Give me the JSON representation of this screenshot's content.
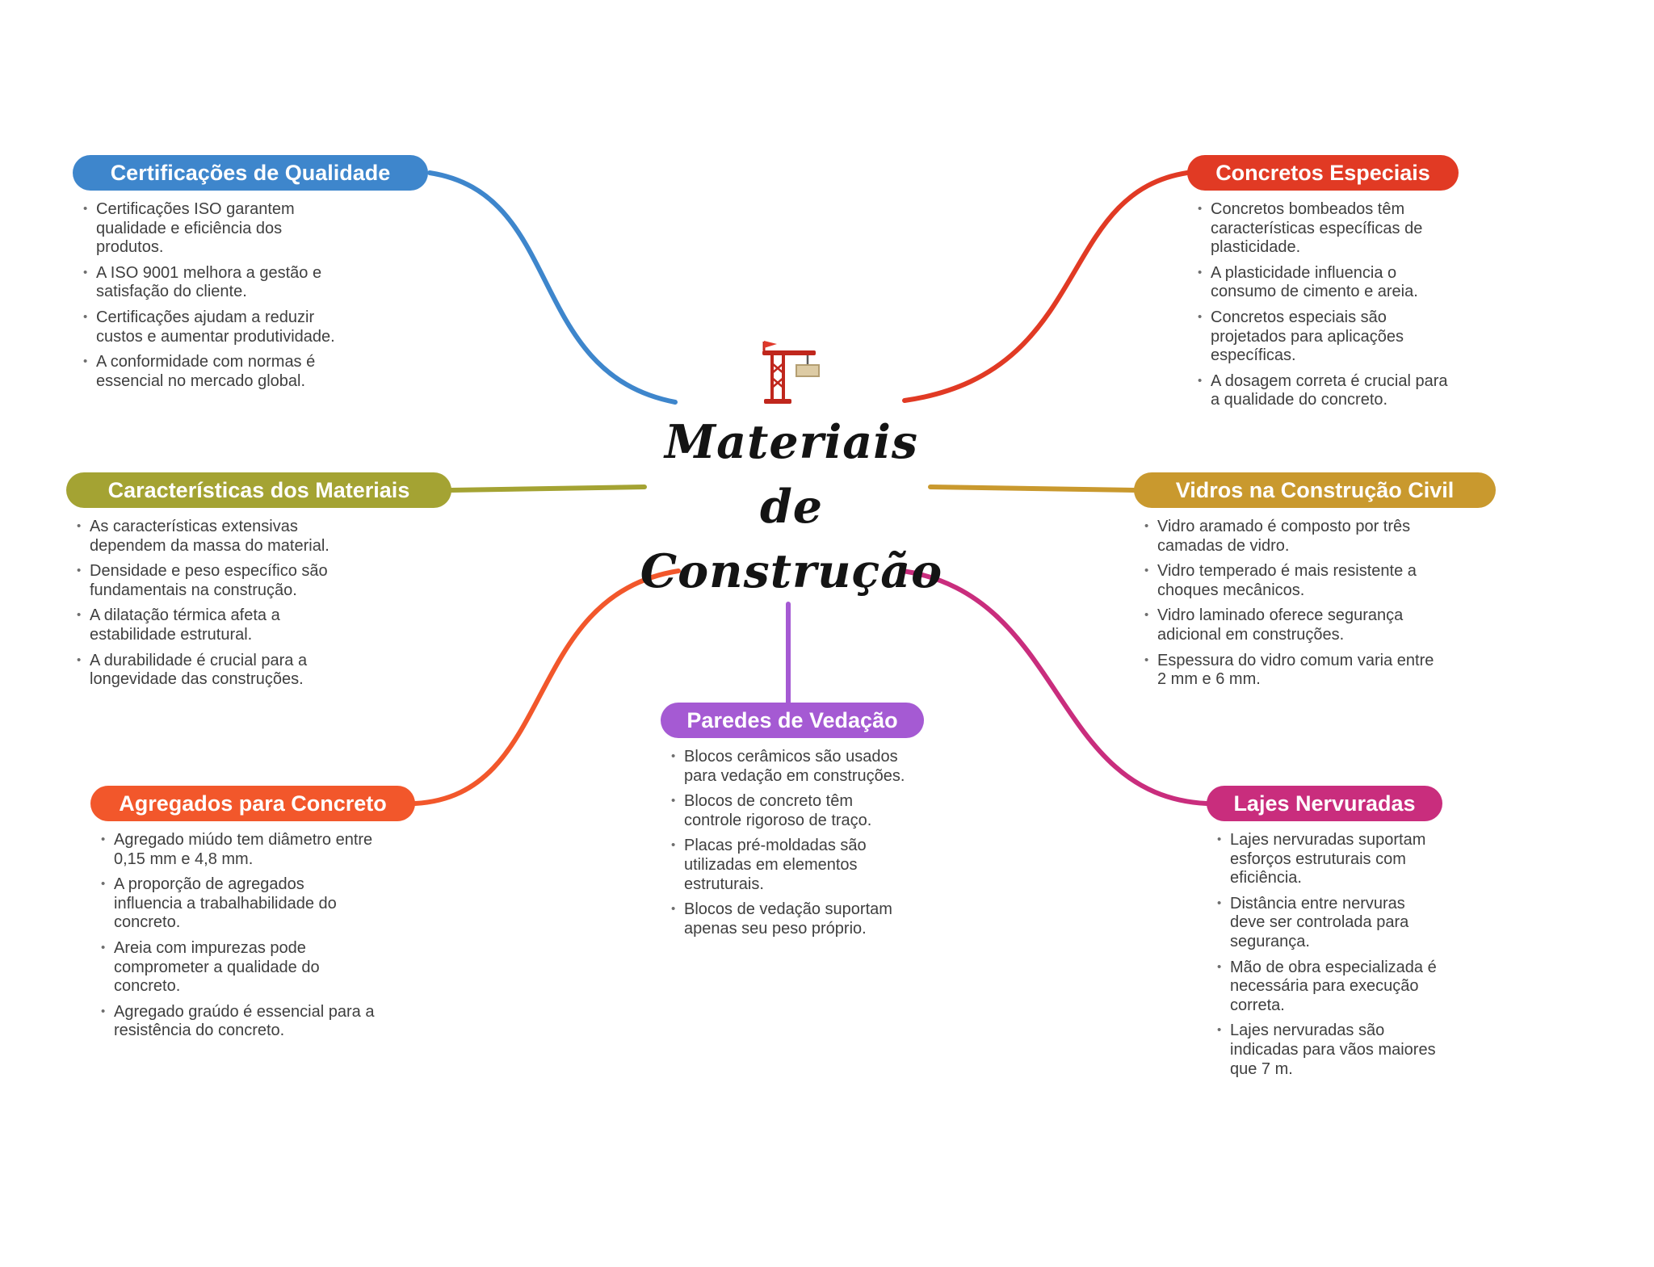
{
  "center": {
    "icon": "crane-icon",
    "title_lines": [
      "Materiais",
      "de",
      "Construção"
    ]
  },
  "branches": {
    "certificacoes": {
      "label": "Certificações de Qualidade",
      "bullets": [
        "Certificações ISO garantem qualidade e eficiência dos produtos.",
        "A ISO 9001 melhora a gestão e satisfação do cliente.",
        "Certificações ajudam a reduzir custos e aumentar produtividade.",
        "A conformidade com normas é essencial no mercado global."
      ]
    },
    "caracteristicas": {
      "label": "Características dos Materiais",
      "bullets": [
        "As características extensivas dependem da massa do material.",
        "Densidade e peso específico são fundamentais na construção.",
        "A dilatação térmica afeta a estabilidade estrutural.",
        "A durabilidade é crucial para a longevidade das construções."
      ]
    },
    "agregados": {
      "label": "Agregados para Concreto",
      "bullets": [
        "Agregado miúdo tem diâmetro entre 0,15 mm e 4,8 mm.",
        "A proporção de agregados influencia a trabalhabilidade do concreto.",
        "Areia com impurezas pode comprometer a qualidade do concreto.",
        "Agregado graúdo é essencial para a resistência do concreto."
      ]
    },
    "concretos": {
      "label": "Concretos Especiais",
      "bullets": [
        "Concretos bombeados têm características específicas de plasticidade.",
        "A plasticidade influencia o consumo de cimento e areia.",
        "Concretos especiais são projetados para aplicações específicas.",
        "A dosagem correta é crucial para a qualidade do concreto."
      ]
    },
    "vidros": {
      "label": "Vidros na Construção Civil",
      "bullets": [
        "Vidro aramado é composto por três camadas de vidro.",
        "Vidro temperado é mais resistente a choques mecânicos.",
        "Vidro laminado oferece segurança adicional em construções.",
        "Espessura do vidro comum varia entre 2 mm e 6 mm."
      ]
    },
    "lajes": {
      "label": "Lajes Nervuradas",
      "bullets": [
        "Lajes nervuradas suportam esforços estruturais com eficiência.",
        "Distância entre nervuras deve ser controlada para segurança.",
        "Mão de obra especializada é necessária para execução correta.",
        "Lajes nervuradas são indicadas para vãos maiores que 7 m."
      ]
    },
    "paredes": {
      "label": "Paredes de Vedação",
      "bullets": [
        "Blocos cerâmicos são usados para vedação em construções.",
        "Blocos de concreto têm controle rigoroso de traço.",
        "Placas pré-moldadas são utilizadas em elementos estruturais.",
        "Blocos de vedação suportam apenas seu peso próprio."
      ]
    }
  },
  "colors": {
    "blue": "#3e86cc",
    "olive": "#a4a333",
    "orange": "#f2572b",
    "red": "#e13a24",
    "gold": "#c9992e",
    "magenta": "#c92d7d",
    "purple": "#a55ad3",
    "text": "#3f3f3f"
  }
}
